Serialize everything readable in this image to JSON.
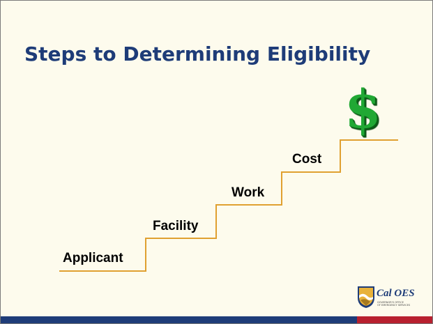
{
  "slide": {
    "title": "Steps to Determining Eligibility",
    "steps": [
      {
        "label": "Applicant"
      },
      {
        "label": "Facility"
      },
      {
        "label": "Work"
      },
      {
        "label": "Cost"
      }
    ],
    "goal_symbol": "$",
    "logo": {
      "name": "Cal OES",
      "subtitle_line1": "GOVERNOR'S OFFICE",
      "subtitle_line2": "OF EMERGENCY SERVICES"
    }
  },
  "colors": {
    "title": "#1e3c78",
    "background": "#fdfbed",
    "stair_line": "#e0a030",
    "dollar": "#21a834",
    "bar_blue": "#1e3c78",
    "bar_red": "#b8202f"
  }
}
